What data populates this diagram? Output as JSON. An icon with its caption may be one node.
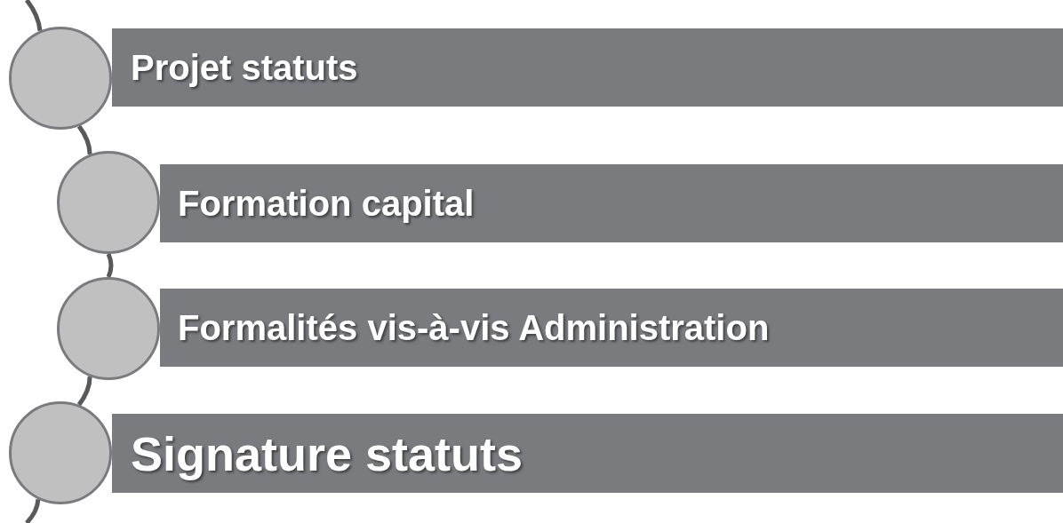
{
  "diagram": {
    "nodes": [
      {
        "text": [
          "Projet statuts"
        ]
      },
      {
        "text": [
          "Formation capital"
        ]
      },
      {
        "text": [
          "Formalités vis-à-vis Administration"
        ]
      },
      {
        "text": [
          "Signature statuts"
        ]
      },
      {
        "text": [],
        "shape": "circle"
      },
      {
        "text": [],
        "shape": "circle"
      },
      {
        "text": [],
        "shape": "circle"
      },
      {
        "text": [],
        "shape": "circle"
      }
    ],
    "edges": [
      {
        "from": null,
        "to": 4,
        "arrow": "none"
      },
      {
        "from": 4,
        "to": 5,
        "arrow": "none"
      },
      {
        "from": 5,
        "to": 6,
        "arrow": "none"
      },
      {
        "from": 6,
        "to": 7,
        "arrow": "none"
      },
      {
        "from": 7,
        "to": null,
        "arrow": "none"
      }
    ]
  }
}
